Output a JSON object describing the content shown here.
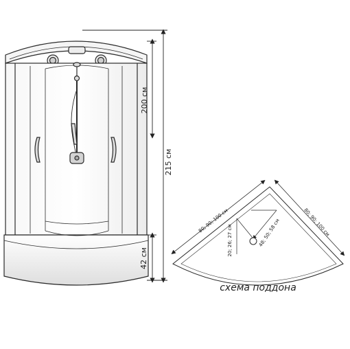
{
  "elevation": {
    "height_cabin": "200 см",
    "height_total": "215 см",
    "height_tray": "42 см"
  },
  "tray_plan": {
    "side_left": "80; 90; 100 см",
    "side_right": "80; 90; 100 см",
    "drain_offset_left": "20; 26; 27 см",
    "drain_offset_right": "48; 50; 58 см",
    "caption": "схема поддона"
  },
  "colors": {
    "stroke": "#2a2a2a",
    "shade": "#d6d6d6",
    "light": "#f2f2f2"
  }
}
